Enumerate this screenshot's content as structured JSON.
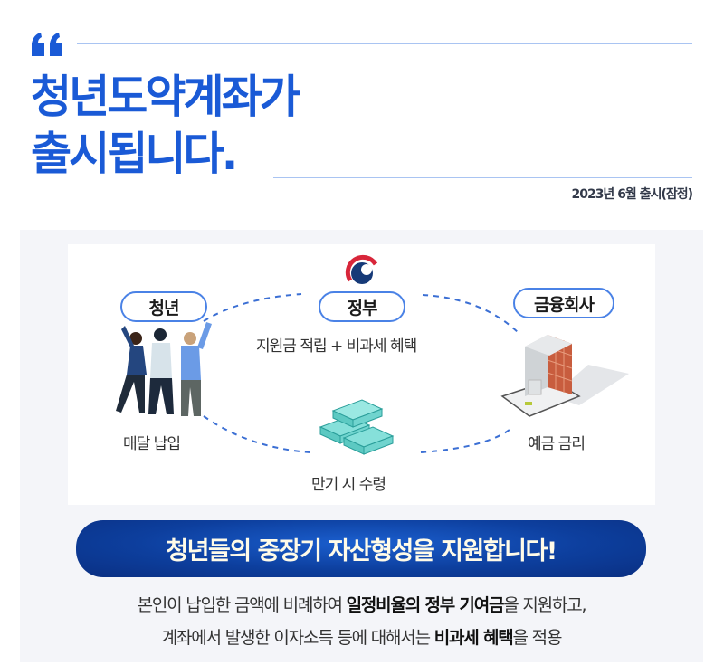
{
  "header": {
    "quote_icon": "open-quote-icon",
    "title_line1": "청년도약계좌가",
    "title_line2": "출시됩니다.",
    "release_note": "2023년 6월 출시(잠정)"
  },
  "diagram": {
    "nodes": [
      {
        "id": "youth",
        "label": "청년",
        "caption": "매달 납입",
        "icon": "people-group-icon"
      },
      {
        "id": "government",
        "label": "정부",
        "caption": "지원금 적립 + 비과세 혜택",
        "icon": "korea-government-emblem-icon"
      },
      {
        "id": "financial",
        "label": "금융회사",
        "caption": "예금 금리",
        "icon": "bank-building-icon"
      }
    ],
    "center": {
      "caption": "만기 시 수령",
      "icon": "money-stack-icon"
    }
  },
  "banner": {
    "text": "청년들의 중장기 자산형성을 지원합니다!"
  },
  "description": {
    "line1": [
      {
        "text": "본인이 납입한 금액에 비례하여 ",
        "bold": false
      },
      {
        "text": "일정비율의 정부 기여금",
        "bold": true
      },
      {
        "text": "을 지원하고,",
        "bold": false
      }
    ],
    "line2": [
      {
        "text": "계좌에서 발생한 이자소득 등에 대해서는 ",
        "bold": false
      },
      {
        "text": "비과세 혜택",
        "bold": true
      },
      {
        "text": "을 적용",
        "bold": false
      }
    ]
  },
  "colors": {
    "brand_blue": "#1a5ad6",
    "banner_navy": "#0d3f9e",
    "panel_bg": "#f4f5f9",
    "pill_border": "#4a82e6"
  }
}
